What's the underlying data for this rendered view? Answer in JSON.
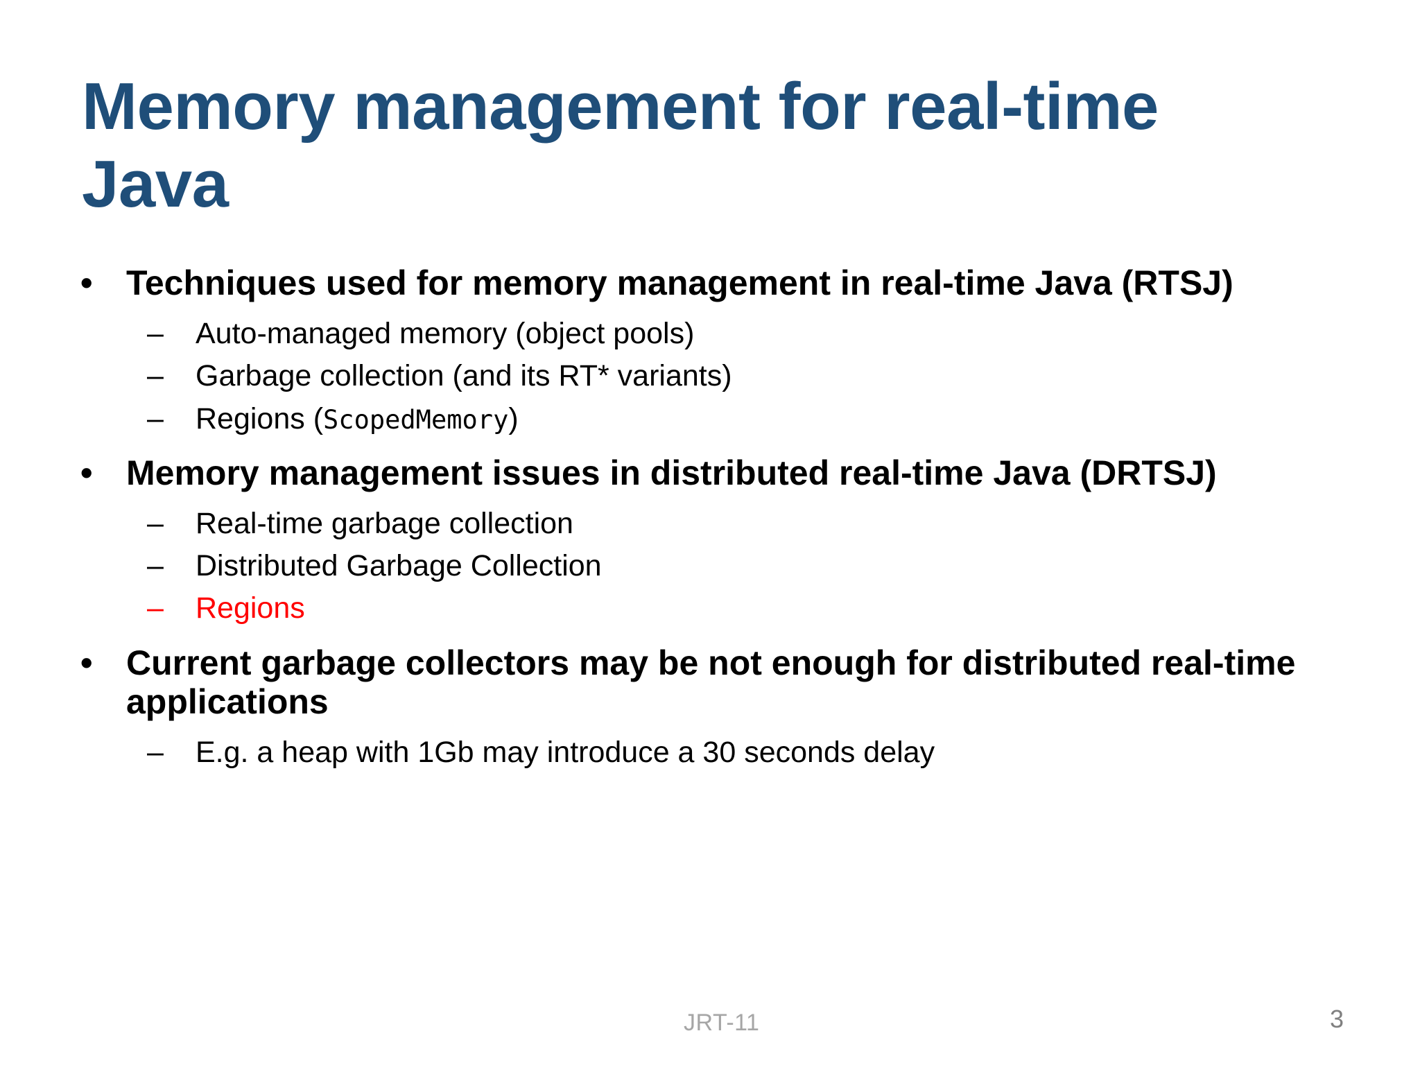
{
  "slide": {
    "title": "Memory management for real-time Java",
    "title_color": "#1F4E79",
    "background_color": "#FFFFFF",
    "body_color": "#000000",
    "highlight_color": "#FF0000",
    "footer_color": "#A6A6A6",
    "page_number_color": "#808080"
  },
  "bullets": {
    "b1": {
      "marker": "•",
      "text": "Techniques used for memory management in real-time Java (RTSJ)"
    },
    "b1s1": {
      "marker": "–",
      "text": "Auto-managed memory (object pools)"
    },
    "b1s2": {
      "marker": "–",
      "text": "Garbage collection (and its RT* variants)"
    },
    "b1s3": {
      "marker": "–",
      "text_before": "Regions (",
      "text_mono": "ScopedMemory",
      "text_after": ")"
    },
    "b2": {
      "marker": "•",
      "text": "Memory management issues in distributed real-time Java (DRTSJ)"
    },
    "b2s1": {
      "marker": "–",
      "text": "Real-time garbage collection"
    },
    "b2s2": {
      "marker": "–",
      "text": "Distributed Garbage Collection"
    },
    "b2s3": {
      "marker": "–",
      "text": "Regions"
    },
    "b3": {
      "marker": "•",
      "text": "Current garbage collectors may be not enough for distributed real-time applications"
    },
    "b3s1": {
      "marker": "–",
      "text": "E.g. a heap with 1Gb may introduce a 30 seconds delay"
    }
  },
  "footer": {
    "label": "JRT-11",
    "page_number": "3"
  }
}
